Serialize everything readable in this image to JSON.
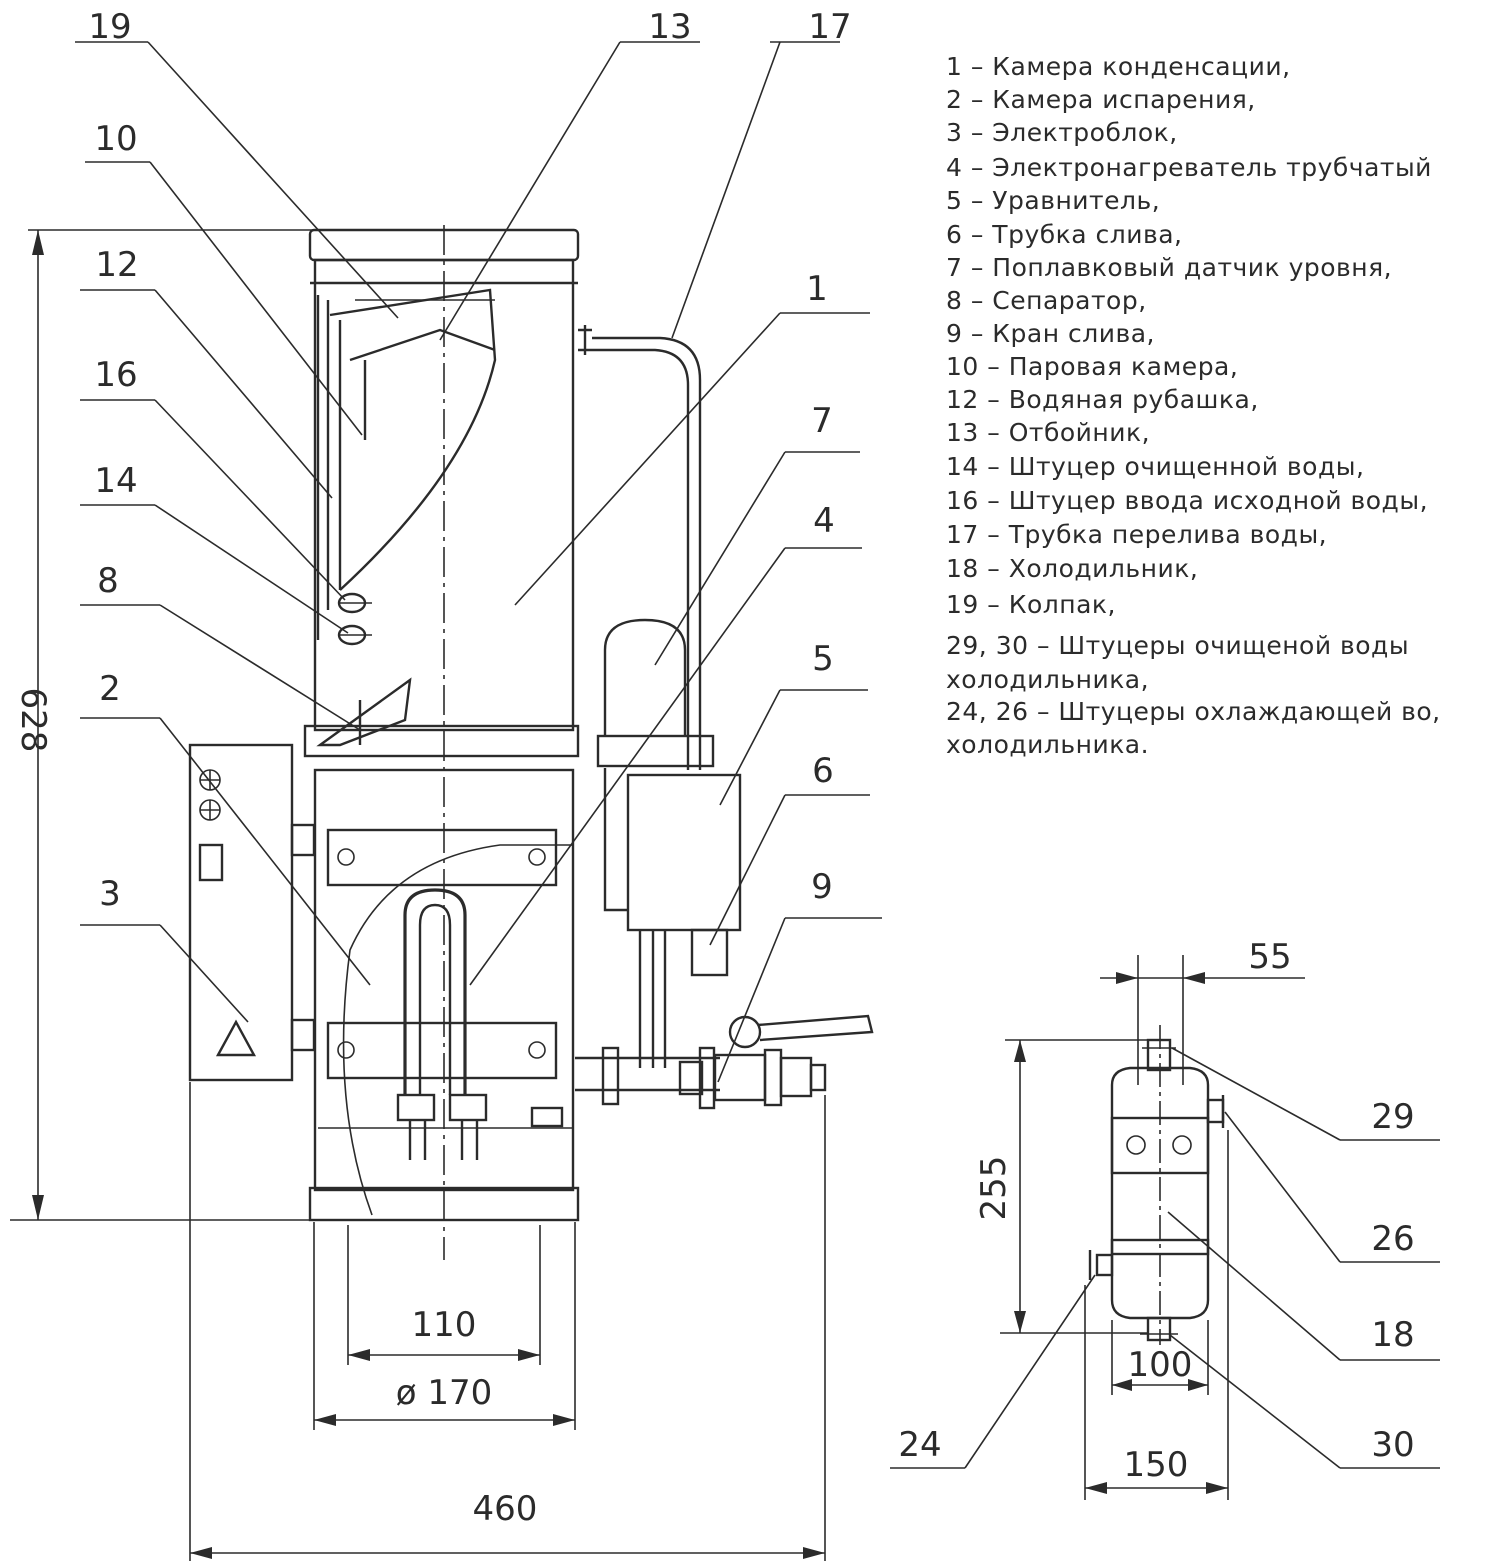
{
  "callouts": {
    "c19": "19",
    "c13": "13",
    "c17": "17",
    "c10": "10",
    "c12": "12",
    "c1": "1",
    "c16": "16",
    "c7": "7",
    "c14": "14",
    "c4": "4",
    "c8": "8",
    "c5": "5",
    "c2": "2",
    "c6": "6",
    "c3": "3",
    "c9": "9",
    "c29": "29",
    "c26": "26",
    "c18": "18",
    "c24": "24",
    "c30": "30"
  },
  "dimensions": {
    "height_total": "628",
    "width_110": "110",
    "diameter_170": "ø 170",
    "width_460": "460",
    "cooler_55": "55",
    "cooler_255": "255",
    "cooler_100": "100",
    "cooler_150": "150"
  },
  "legend": [
    "1 – Камера конденсации,",
    "2 – Камера испарения,",
    "3 – Электроблок,",
    "4 – Электронагреватель трубчатый",
    "5 – Уравнитель,",
    "6 – Трубка слива,",
    "7 – Поплавковый датчик уровня,",
    "8 – Сепаратор,",
    "9 – Кран слива,",
    "10 – Паровая камера,",
    "12 – Водяная рубашка,",
    "13 – Отбойник,",
    "14 – Штуцер очищенной воды,",
    "16 – Штуцер ввода исходной воды,",
    "17 – Трубка перелива воды,",
    "18 – Холодильник,",
    "19 – Колпак,",
    "29, 30 – Штуцеры очищеной воды",
    "холодильника,",
    "24, 26 – Штуцеры охлаждающей во,",
    "холодильника."
  ]
}
